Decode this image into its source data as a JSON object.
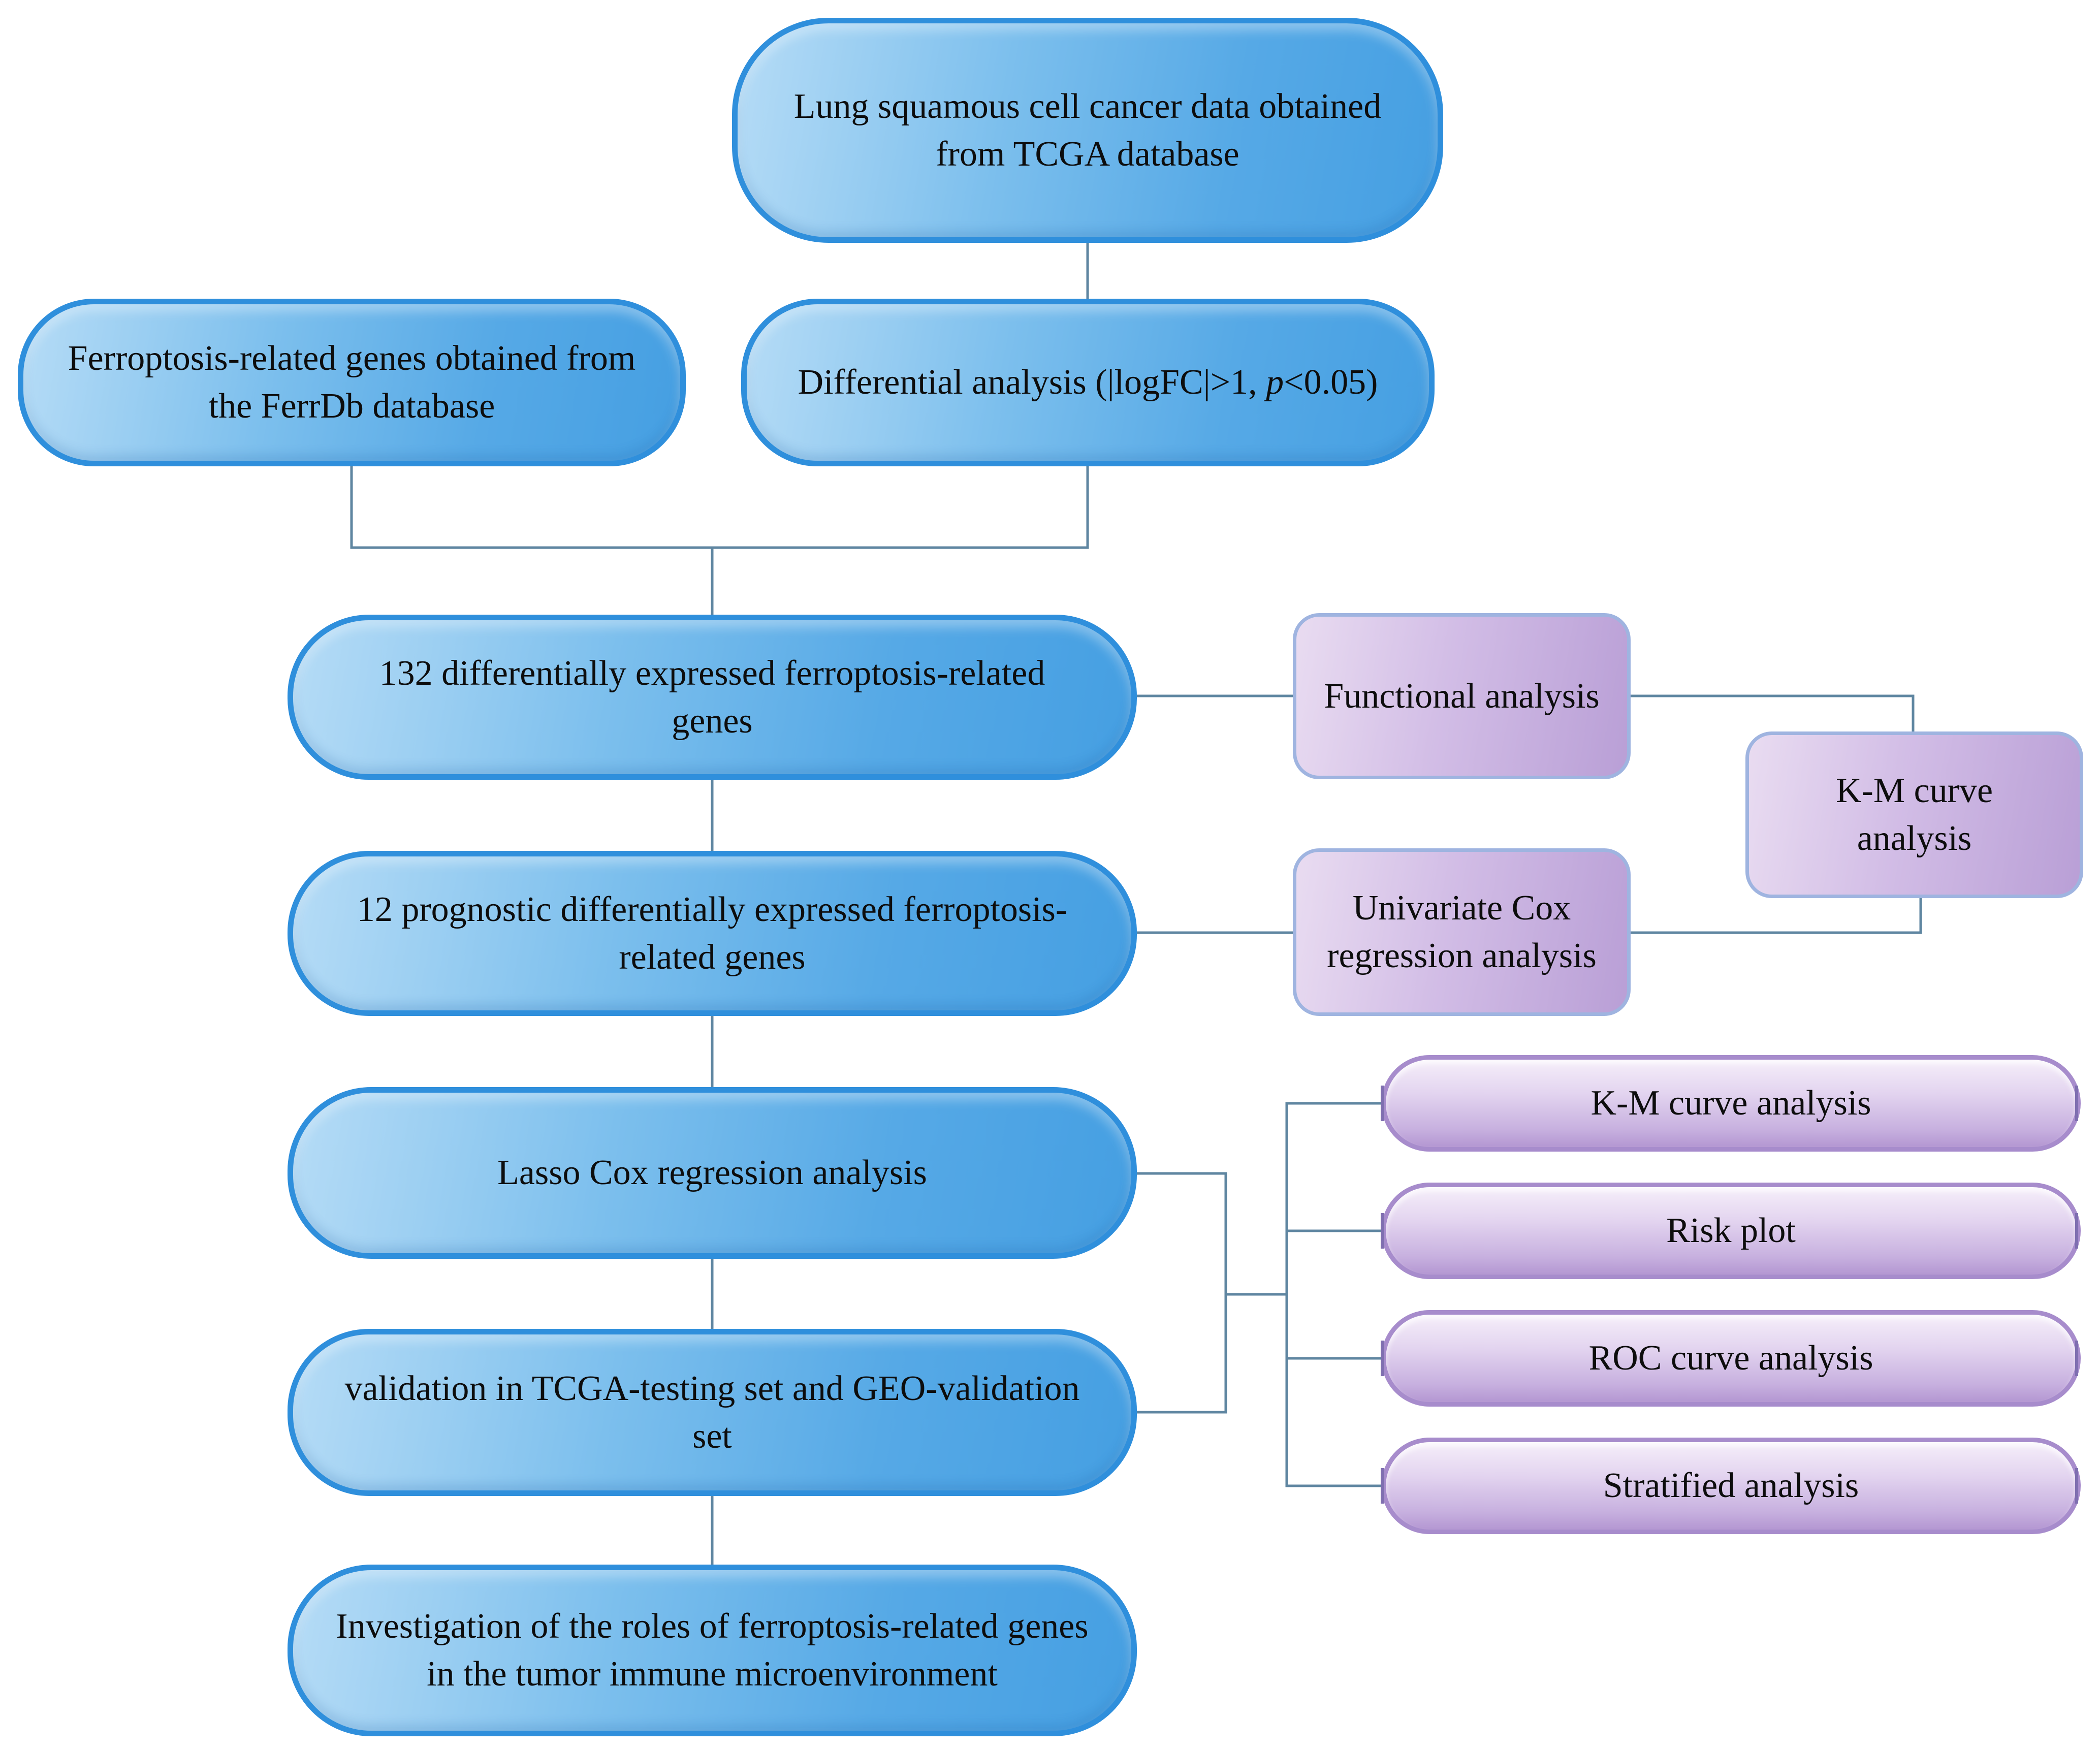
{
  "nodes": {
    "tcga_data": "Lung squamous cell cancer data obtained from TCGA database",
    "ferrdb_genes": "Ferroptosis-related genes obtained from the FerrDb database",
    "differential_analysis_main": "Differential analysis (|logFC|>1, ",
    "differential_analysis_p": "p",
    "differential_analysis_tail": "<0.05)",
    "deg_132": "132 differentially expressed ferroptosis-related genes",
    "prognostic_12": "12 prognostic differentially expressed ferroptosis-related genes",
    "lasso_cox": "Lasso Cox regression analysis",
    "validation": "validation in TCGA-testing set and GEO-validation set",
    "immune_investigation": "Investigation of the roles of ferroptosis-related genes in the tumor immune microenvironment",
    "functional_analysis": "Functional analysis",
    "univariate_cox": "Univariate Cox regression analysis",
    "km_curve_side": "K-M curve analysis"
  },
  "pills": [
    "K-M curve analysis",
    "Risk plot",
    "ROC curve analysis",
    "Stratified analysis"
  ],
  "colors": {
    "blue_border": "#2f8fdc",
    "purple_fill": "#c7b0df",
    "connector": "#5f86a1"
  }
}
